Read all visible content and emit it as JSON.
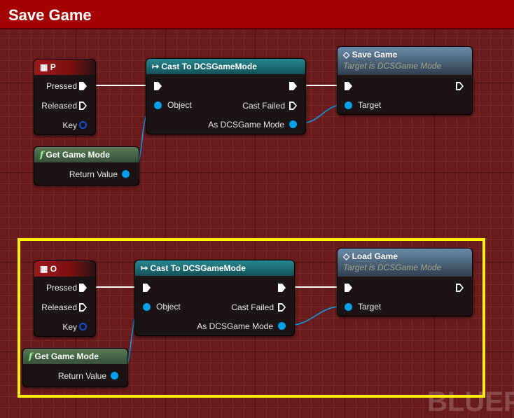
{
  "title": "Save Game",
  "watermark": "BLUEPRINT",
  "groups": [
    {
      "key": {
        "name": "P",
        "pins": [
          "Pressed",
          "Released",
          "Key"
        ]
      },
      "get": {
        "title": "Get Game Mode",
        "out": "Return Value"
      },
      "cast": {
        "title": "Cast To DCSGameMode",
        "object": "Object",
        "failed": "Cast Failed",
        "as": "As DCSGame Mode"
      },
      "call": {
        "title": "Save Game",
        "subtitle": "Target is DCSGame Mode",
        "target": "Target"
      }
    },
    {
      "key": {
        "name": "O",
        "pins": [
          "Pressed",
          "Released",
          "Key"
        ]
      },
      "get": {
        "title": "Get Game Mode",
        "out": "Return Value"
      },
      "cast": {
        "title": "Cast To DCSGameMode",
        "object": "Object",
        "failed": "Cast Failed",
        "as": "As DCSGame Mode"
      },
      "call": {
        "title": "Load Game",
        "subtitle": "Target is DCSGame Mode",
        "target": "Target"
      }
    }
  ],
  "colors": {
    "title_bar": "#a50000",
    "highlight": "#ffef00",
    "data_wire": "#00a0f0",
    "exec_wire": "#ffffff"
  }
}
